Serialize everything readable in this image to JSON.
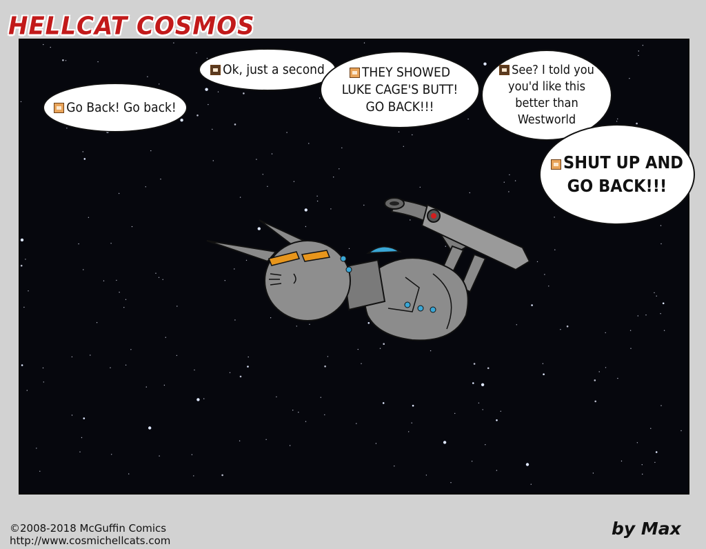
{
  "comic": {
    "title": "HELLCAT COSMOS",
    "byline": "by Max",
    "copyright": "©2008-2018 McGuffin Comics",
    "url": "http://www.cosmichellcats.com"
  },
  "bubbles": [
    {
      "speaker_icon": "redhead-cat-face-icon",
      "text": "Go Back! Go back!"
    },
    {
      "speaker_icon": "brunette-cat-face-icon",
      "text": "Ok, just a second"
    },
    {
      "speaker_icon": "redhead-cat-face-icon",
      "text": "THEY SHOWED LUKE CAGE'S BUTT! GO BACK!!!"
    },
    {
      "speaker_icon": "brunette-cat-face-icon",
      "text": "See? I told you you'd like this better than Westworld"
    },
    {
      "speaker_icon": "redhead-cat-face-icon",
      "text": "SHUT UP AND GO BACK!!!"
    }
  ],
  "colors": {
    "space": "#06070d",
    "ship_hull": "#8c8c8c",
    "ship_dome": "#3aa7d6",
    "ship_eyes": "#e8961c",
    "title_red": "#c21a1a"
  }
}
